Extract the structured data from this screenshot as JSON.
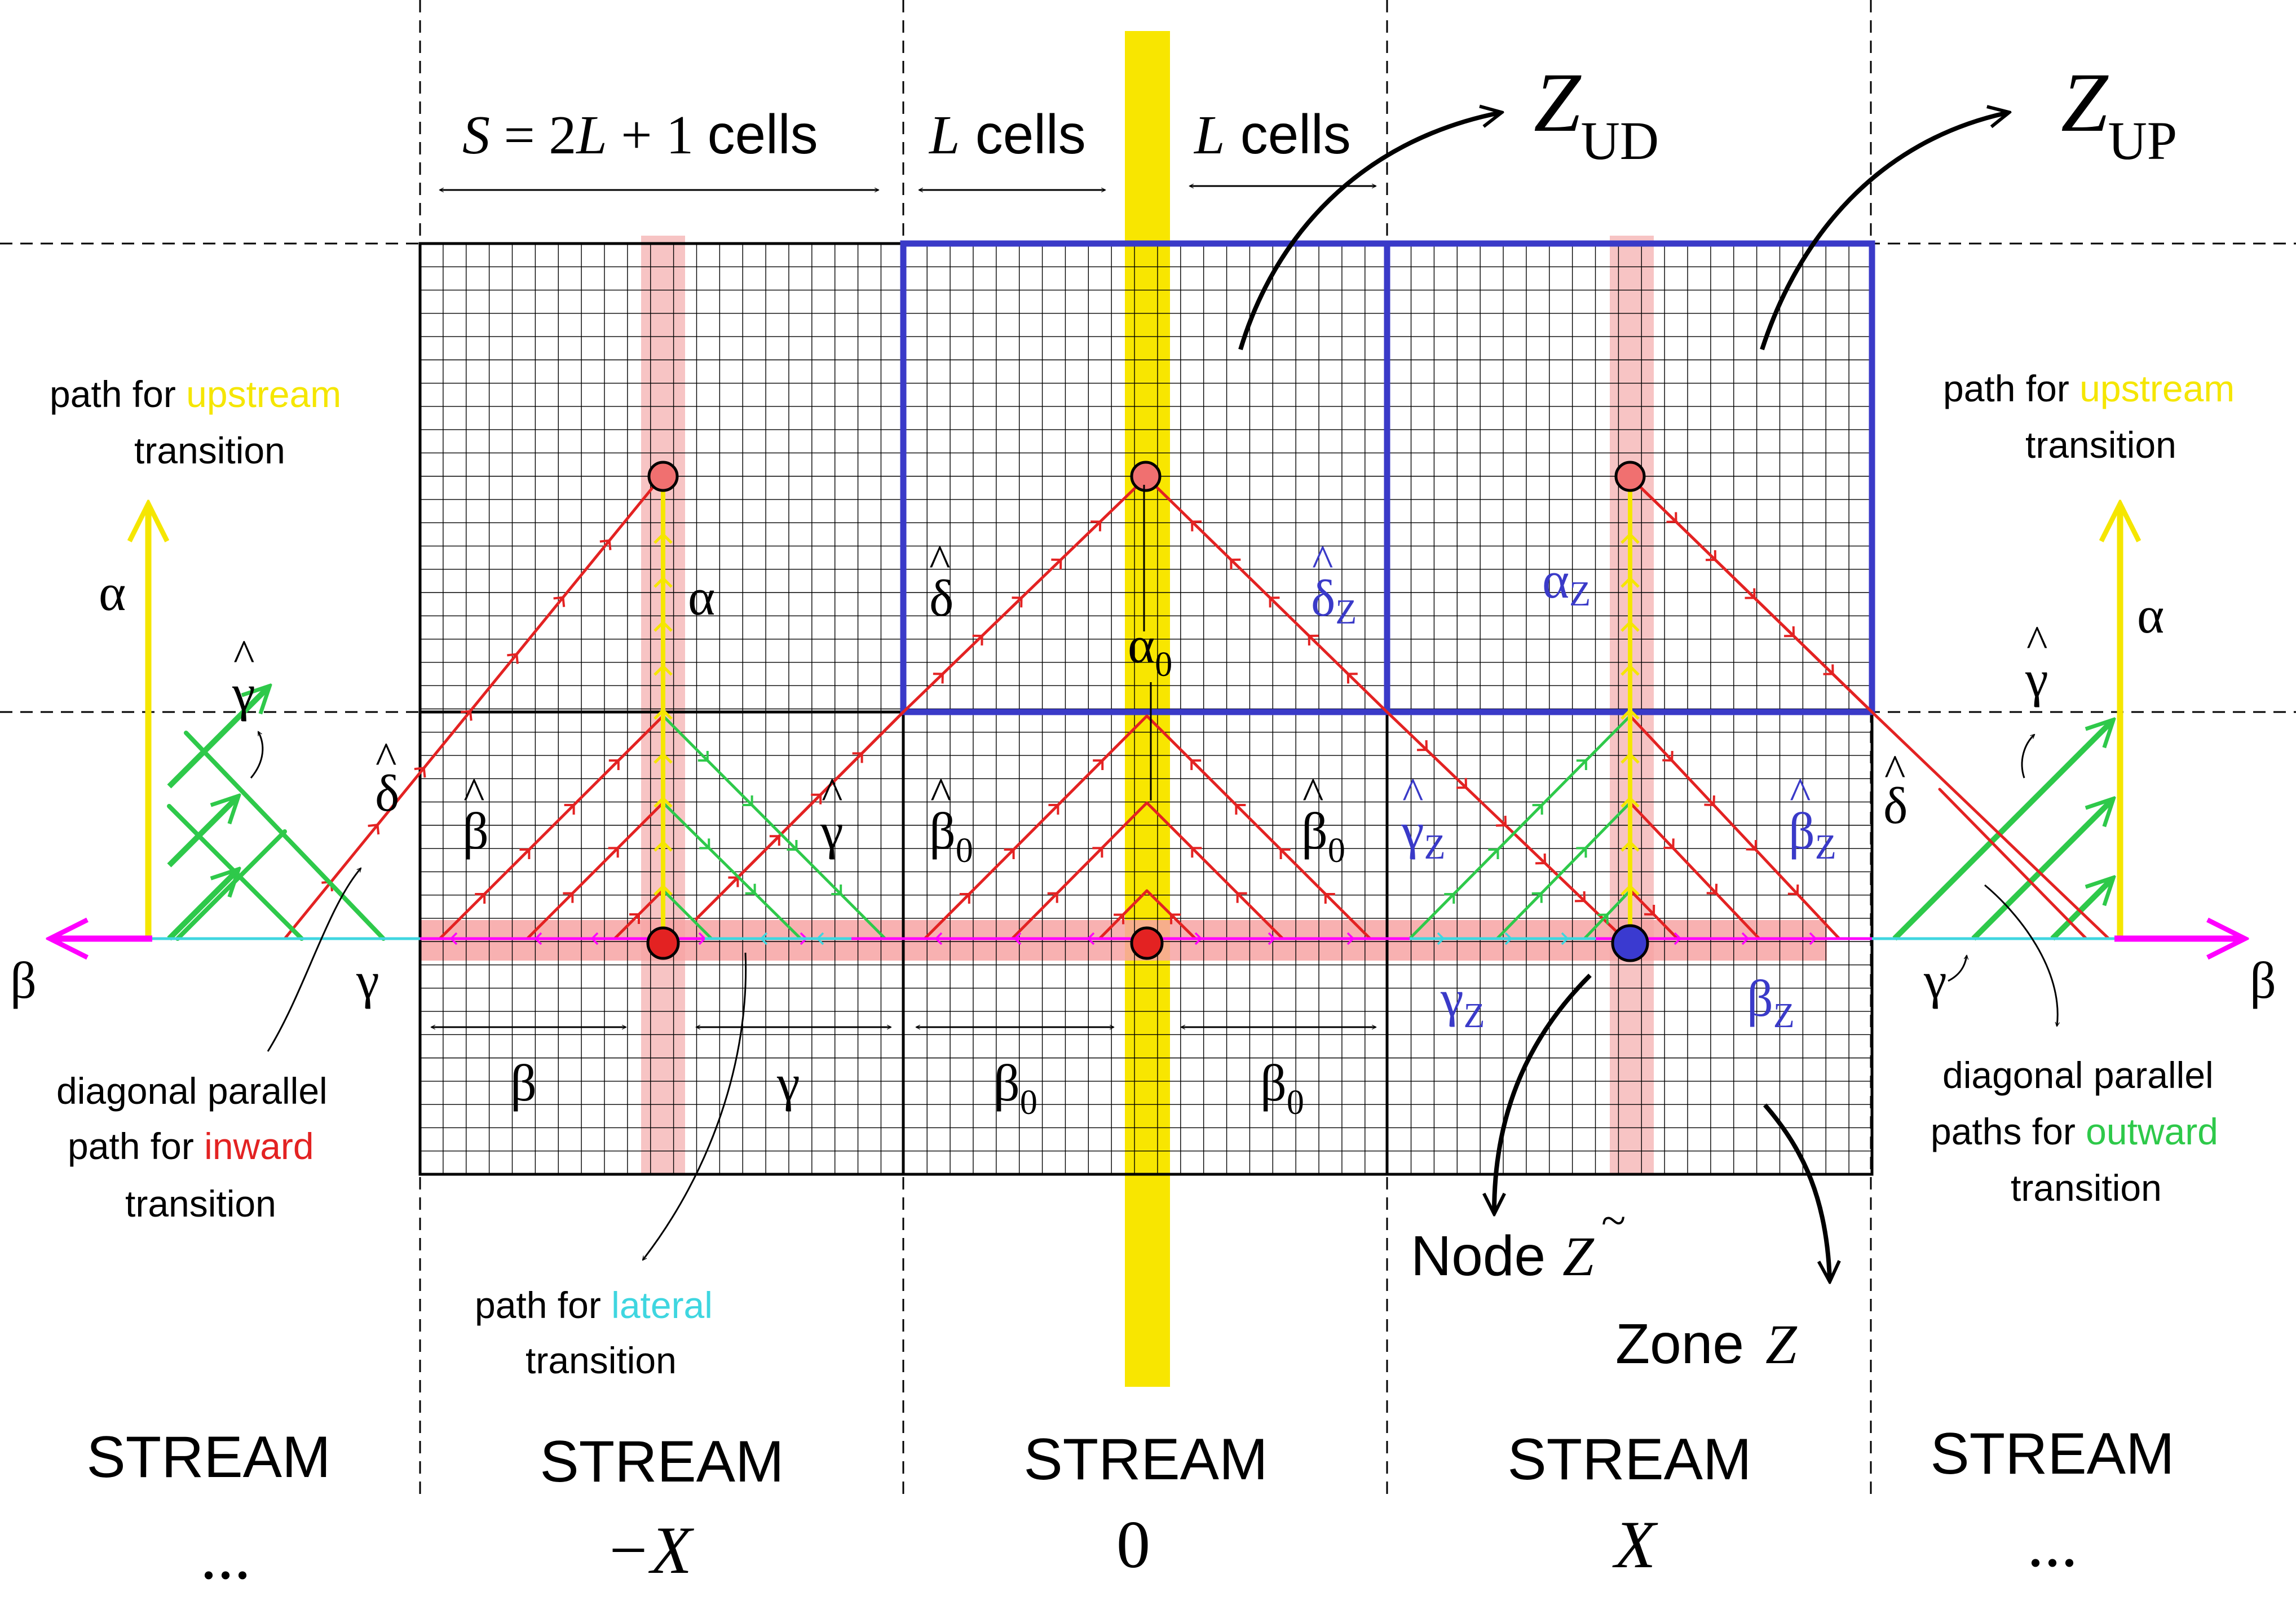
{
  "header": {
    "stream_width": "S = 2L + 1 cells",
    "half_left": "L cells",
    "half_right": "L cells",
    "zone_ud": "Z",
    "zone_ud_sub": "UD",
    "zone_up": "Z",
    "zone_up_sub": "UP"
  },
  "left_panel": {
    "upstream_prefix": "path for ",
    "upstream_word": "upstream",
    "upstream_line2": "transition",
    "alpha": "α",
    "gamma_hat": "γ",
    "delta_hat": "δ",
    "beta": "β",
    "gamma": "γ",
    "inward_line1": "diagonal parallel",
    "inward_prefix": "path for ",
    "inward_word": "inward",
    "inward_line3": "transition"
  },
  "right_panel": {
    "upstream_prefix": "path for ",
    "upstream_word": "upstream",
    "upstream_line2": "transition",
    "alpha": "α",
    "gamma_hat": "γ",
    "delta_hat": "δ",
    "beta": "β",
    "gamma": "γ",
    "outward_line1": "diagonal parallel",
    "outward_prefix": "paths for ",
    "outward_word": "outward",
    "outward_line3": "transition"
  },
  "stream_minus_x": {
    "alpha": "α",
    "delta_hat": "δ",
    "beta_hat": "β",
    "gamma_hat": "γ",
    "beta": "β",
    "gamma": "γ",
    "lateral_prefix": "path for ",
    "lateral_word": "lateral",
    "lateral_line2": "transition"
  },
  "stream_zero": {
    "alpha0": "α",
    "alpha0_sub": "0",
    "delta_hat": "δ",
    "beta0_hat_left": "β",
    "beta0_hat_left_sub": "0",
    "beta0_hat_right": "β",
    "beta0_hat_right_sub": "0",
    "beta0_left": "β",
    "beta0_left_sub": "0",
    "beta0_right": "β",
    "beta0_right_sub": "0"
  },
  "stream_x": {
    "delta_z_hat": "δ",
    "delta_z_sub": "Z",
    "alpha_z": "α",
    "alpha_z_sub": "Z",
    "gamma_z_hat": "γ",
    "gamma_z_hat_sub": "Z",
    "beta_z_hat": "β",
    "beta_z_hat_sub": "Z",
    "gamma_z": "γ",
    "gamma_z_sub": "Z",
    "beta_z": "β",
    "beta_z_sub": "Z",
    "node_label": "Node",
    "node_symbol": "Z",
    "zone_label": "Zone",
    "zone_symbol": "Z"
  },
  "footer": {
    "streams": [
      {
        "label": "STREAM",
        "index": "..."
      },
      {
        "label": "STREAM",
        "index": "−X"
      },
      {
        "label": "STREAM",
        "index": "0"
      },
      {
        "label": "STREAM",
        "index": "X"
      },
      {
        "label": "STREAM",
        "index": "..."
      }
    ]
  },
  "colors": {
    "upstream": "#f5e600",
    "inward": "#e32222",
    "outward": "#2ec94a",
    "lateral": "#3fd6e0",
    "lateral_axis": "#ff00ff",
    "zone_box": "#3a3ac8",
    "blue_label": "#3a3ac8",
    "node_fill": "#f07070",
    "band": "#f7a3a3",
    "center_band": "#f8e600"
  }
}
